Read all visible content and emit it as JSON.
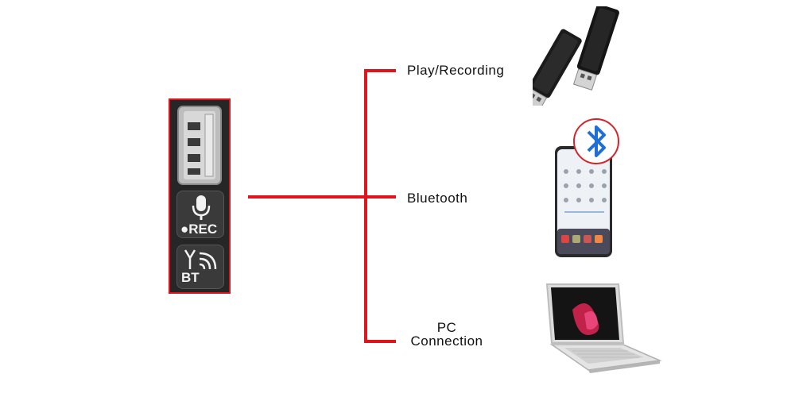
{
  "device_panel": {
    "rec_label": "●REC",
    "bt_label": "BT",
    "icons": [
      "usb-port-icon",
      "microphone-icon",
      "antenna-signal-icon"
    ]
  },
  "branches": [
    {
      "label": "Play/Recording",
      "image": "usb-flash-drive"
    },
    {
      "label": "Bluetooth",
      "image": "smartphone-with-bluetooth-icon"
    },
    {
      "label_line1": "PC",
      "label_line2": "Connection",
      "image": "laptop"
    }
  ],
  "colors": {
    "connector": "#e0141c",
    "panel": "#262626",
    "bluetooth": "#1f6fd6"
  }
}
